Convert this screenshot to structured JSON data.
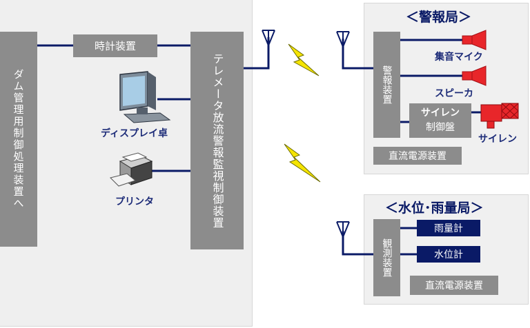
{
  "left_box": {
    "label": "ダム管理用制御処理装置へ"
  },
  "clock": {
    "label": "時計装置"
  },
  "main_box": {
    "label": "テレメータ放流警報監視制御装置"
  },
  "display": {
    "label": "ディスプレイ卓"
  },
  "printer": {
    "label": "プリンタ"
  },
  "keiho": {
    "title": "＜警報局＞",
    "device": "警報装置",
    "mic": "集音マイク",
    "speaker": "スピーカ",
    "siren_ctrl_line1": "サイレン",
    "siren_ctrl_line2": "制御盤",
    "siren": "サイレン",
    "dc_power": "直流電源装置"
  },
  "suii": {
    "title": "＜水位･雨量局＞",
    "device": "観測装置",
    "rain": "雨量計",
    "water": "水位計",
    "dc_power": "直流電源装置"
  },
  "colors": {
    "line": "#0a1a66",
    "gray_box": "#8c8c8c",
    "navy": "#0a1a66",
    "red": "#e8262a",
    "bolt": "#f5e400"
  }
}
